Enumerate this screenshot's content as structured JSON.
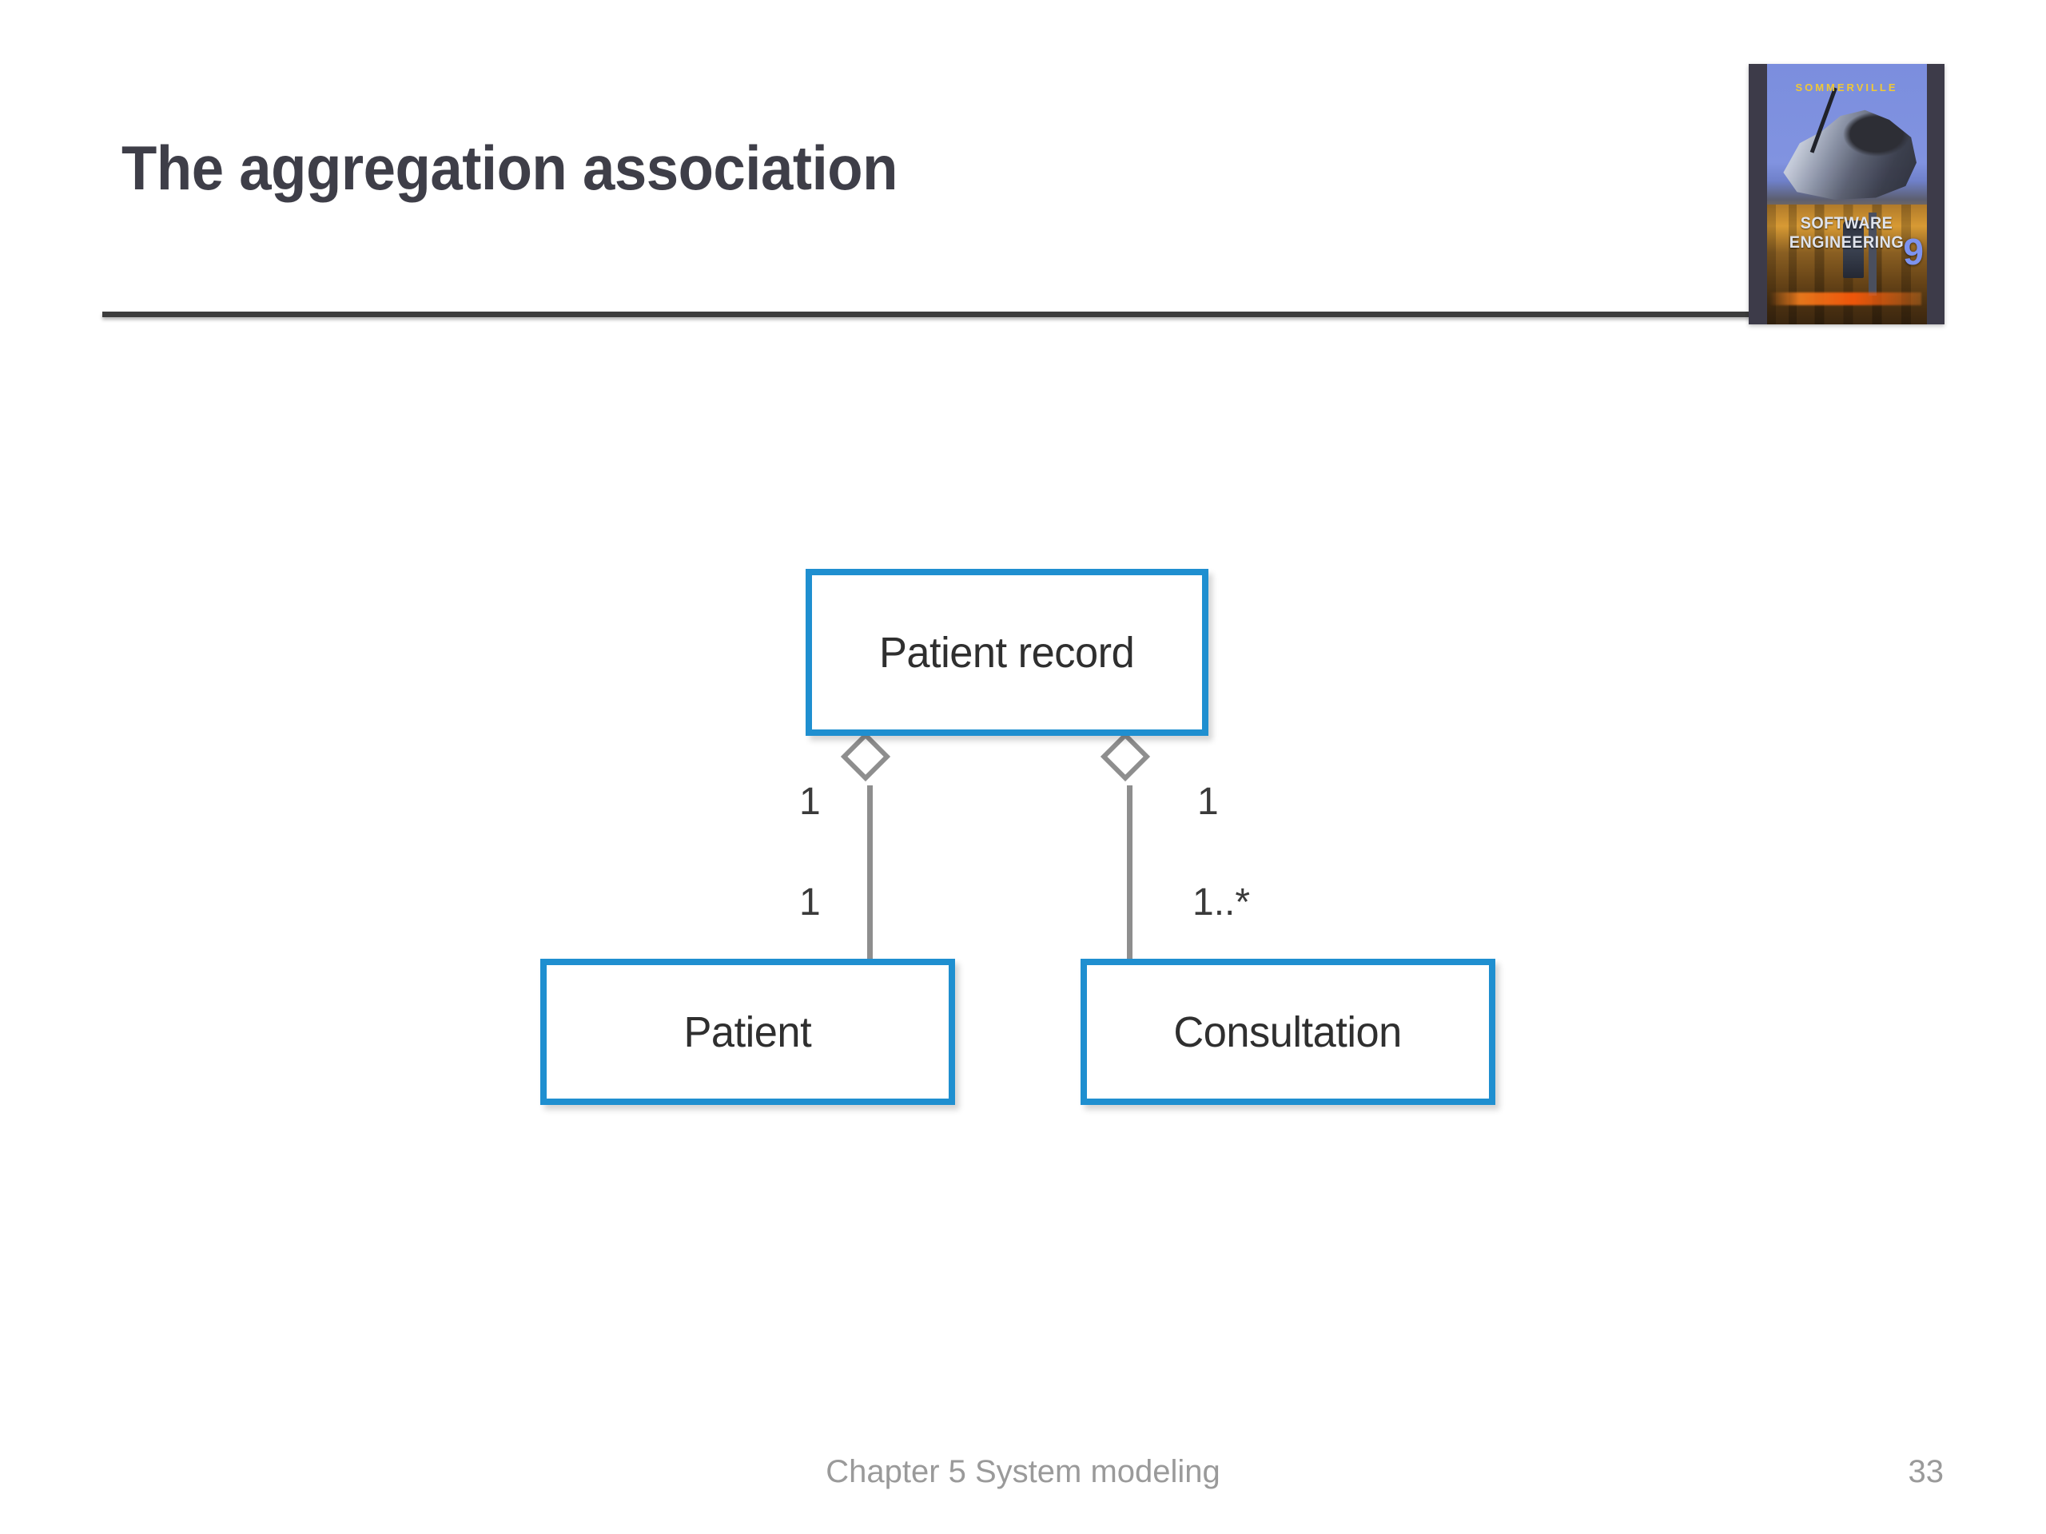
{
  "slide": {
    "title": "The aggregation association",
    "background_color": "#ffffff",
    "title_color": "#3e3e48",
    "rule_color": "#3c3c3c"
  },
  "book_cover": {
    "author": "SOMMERVILLE",
    "main_title": "SOFTWARE ENGINEERING",
    "edition": "9",
    "author_color": "#f0c835",
    "title_color": "#dfe3ec",
    "edition_color": "#7d93ef",
    "spine_color": "#3d3b49"
  },
  "diagram": {
    "type": "uml-class-aggregation",
    "accent_color": "#1f8fd0",
    "line_color": "#8e8e8e",
    "classes": [
      {
        "id": "patient-record",
        "label": "Patient record"
      },
      {
        "id": "patient",
        "label": "Patient"
      },
      {
        "id": "consultation",
        "label": "Consultation"
      }
    ],
    "associations": [
      {
        "id": "patient-record-patient",
        "kind": "aggregation",
        "whole": "Patient record",
        "part": "Patient",
        "whole_multiplicity": "1",
        "part_multiplicity": "1"
      },
      {
        "id": "patient-record-consultation",
        "kind": "aggregation",
        "whole": "Patient record",
        "part": "Consultation",
        "whole_multiplicity": "1",
        "part_multiplicity": "1..*"
      }
    ]
  },
  "footer": {
    "text": "Chapter 5 System modeling",
    "page_number": "33",
    "color": "#9a9a9a"
  }
}
